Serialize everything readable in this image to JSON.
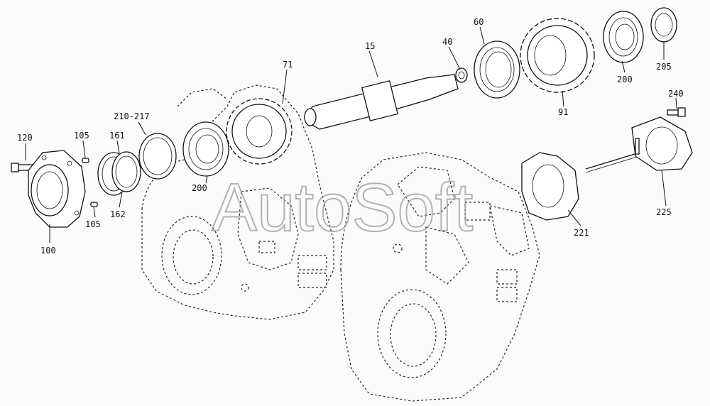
{
  "diagram": {
    "watermark": "AutoSoft",
    "callouts": {
      "p120": "120",
      "p105a": "105",
      "p161": "161",
      "p210_217": "210-217",
      "p71": "71",
      "p15": "15",
      "p40": "40",
      "p60": "60",
      "p200_top": "200",
      "p205": "205",
      "p240": "240",
      "p91": "91",
      "p100": "100",
      "p105b": "105",
      "p162": "162",
      "p200_mid": "200",
      "p221": "221",
      "p225": "225"
    }
  }
}
